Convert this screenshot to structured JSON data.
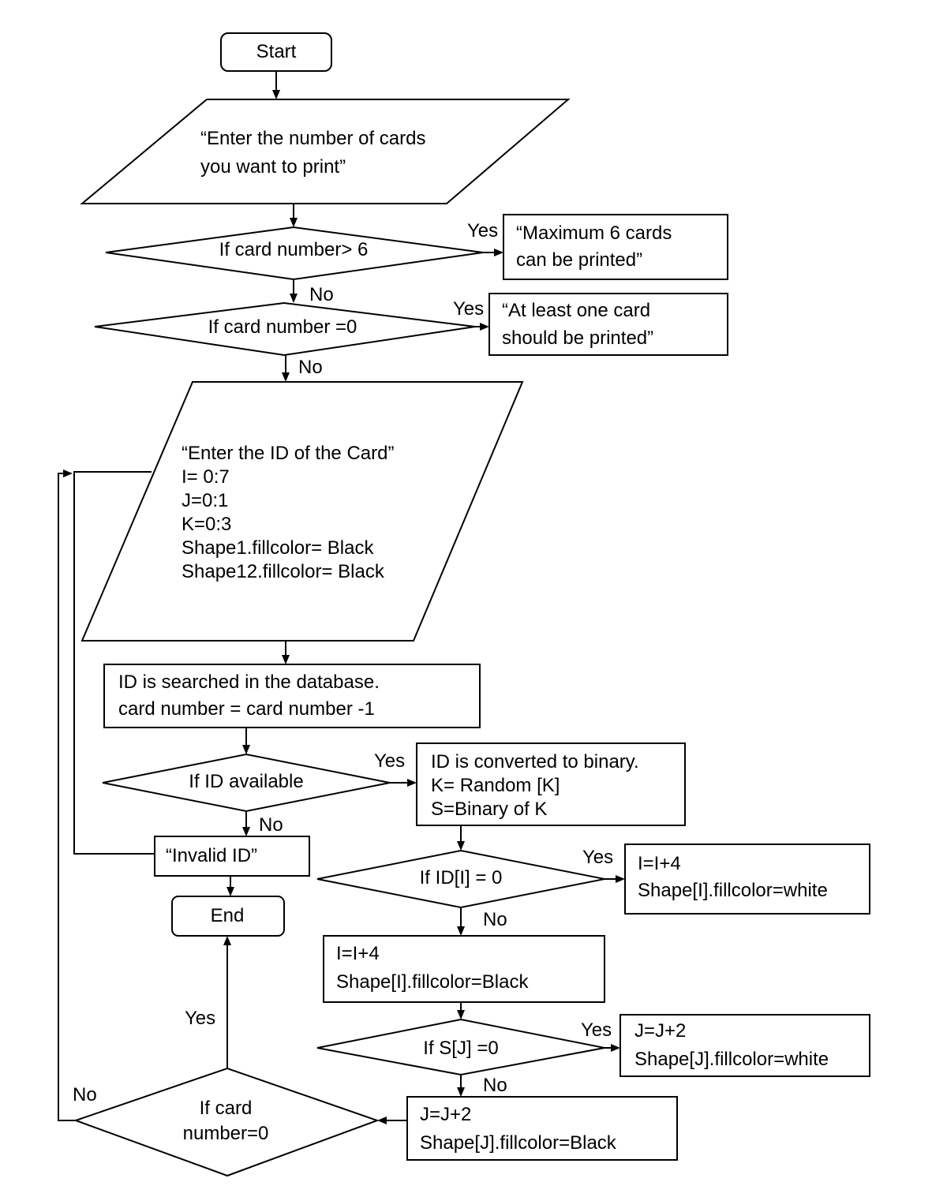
{
  "start": {
    "label": "Start"
  },
  "input_count": {
    "lines": [
      "“Enter the number of cards",
      "you want to print”"
    ]
  },
  "check_max": {
    "label": "If card number> 6",
    "yes_label": "Yes",
    "no_label": "No"
  },
  "max_message": {
    "lines": [
      "“Maximum 6 cards",
      "can be printed”"
    ]
  },
  "check_zero": {
    "label": "If card number =0",
    "yes_label": "Yes",
    "no_label": "No"
  },
  "zero_message": {
    "lines": [
      "“At least one card",
      "should be printed”"
    ]
  },
  "input_id": {
    "lines": [
      "“Enter the ID of the Card”",
      "I= 0:7",
      "J=0:1",
      "K=0:3",
      "Shape1.fillcolor= Black",
      "Shape12.fillcolor= Black"
    ]
  },
  "search_id": {
    "lines": [
      "ID is searched in the database.",
      "card number = card number -1"
    ]
  },
  "check_available": {
    "label": "If ID available",
    "yes_label": "Yes",
    "no_label": "No"
  },
  "convert_binary": {
    "lines": [
      "ID is converted to binary.",
      "K= Random [K]",
      "S=Binary of K"
    ]
  },
  "invalid_id": {
    "label": "“Invalid ID”"
  },
  "end": {
    "label": "End"
  },
  "check_id_bit": {
    "label": "If ID[I] = 0",
    "yes_label": "Yes",
    "no_label": "No"
  },
  "id_bit_white": {
    "lines": [
      "I=I+4",
      "Shape[I].fillcolor=white"
    ]
  },
  "id_bit_black": {
    "lines": [
      "I=I+4",
      "Shape[I].fillcolor=Black"
    ]
  },
  "check_s_bit": {
    "label": "If S[J] =0",
    "yes_label": "Yes",
    "no_label": "No"
  },
  "s_bit_white": {
    "lines": [
      "J=J+2",
      "Shape[J].fillcolor=white"
    ]
  },
  "s_bit_black": {
    "lines": [
      "J=J+2",
      "Shape[J].fillcolor=Black"
    ]
  },
  "check_remaining": {
    "lines": [
      "If card",
      "number=0"
    ],
    "yes_label": "Yes",
    "no_label": "No"
  }
}
